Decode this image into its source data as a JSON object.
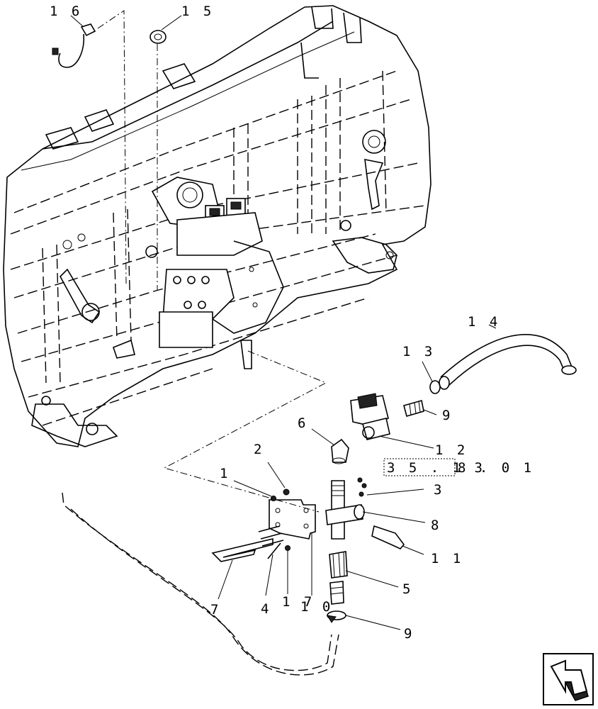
{
  "figure": {
    "callouts": [
      {
        "id": "c16",
        "text": "1 6"
      },
      {
        "id": "c15",
        "text": "1 5"
      },
      {
        "id": "c14",
        "text": "1 4"
      },
      {
        "id": "c13",
        "text": "1 3"
      },
      {
        "id": "c9a",
        "text": "9"
      },
      {
        "id": "c6",
        "text": "6"
      },
      {
        "id": "c12",
        "text": "1 2"
      },
      {
        "id": "c2",
        "text": "2"
      },
      {
        "id": "c1",
        "text": "1"
      },
      {
        "id": "c3",
        "text": "3"
      },
      {
        "id": "c8",
        "text": "8"
      },
      {
        "id": "c11",
        "text": "1 1"
      },
      {
        "id": "c5",
        "text": "5"
      },
      {
        "id": "c7",
        "text": "7"
      },
      {
        "id": "c4",
        "text": "4"
      },
      {
        "id": "c17",
        "text": "1 7"
      },
      {
        "id": "c10",
        "text": "1 0"
      },
      {
        "id": "c9b",
        "text": "9"
      }
    ],
    "reference": {
      "boxed": "3 5 . 1 3",
      "rest": "8 . 0 1"
    },
    "nav_icon": "next-page-arrow-icon"
  }
}
